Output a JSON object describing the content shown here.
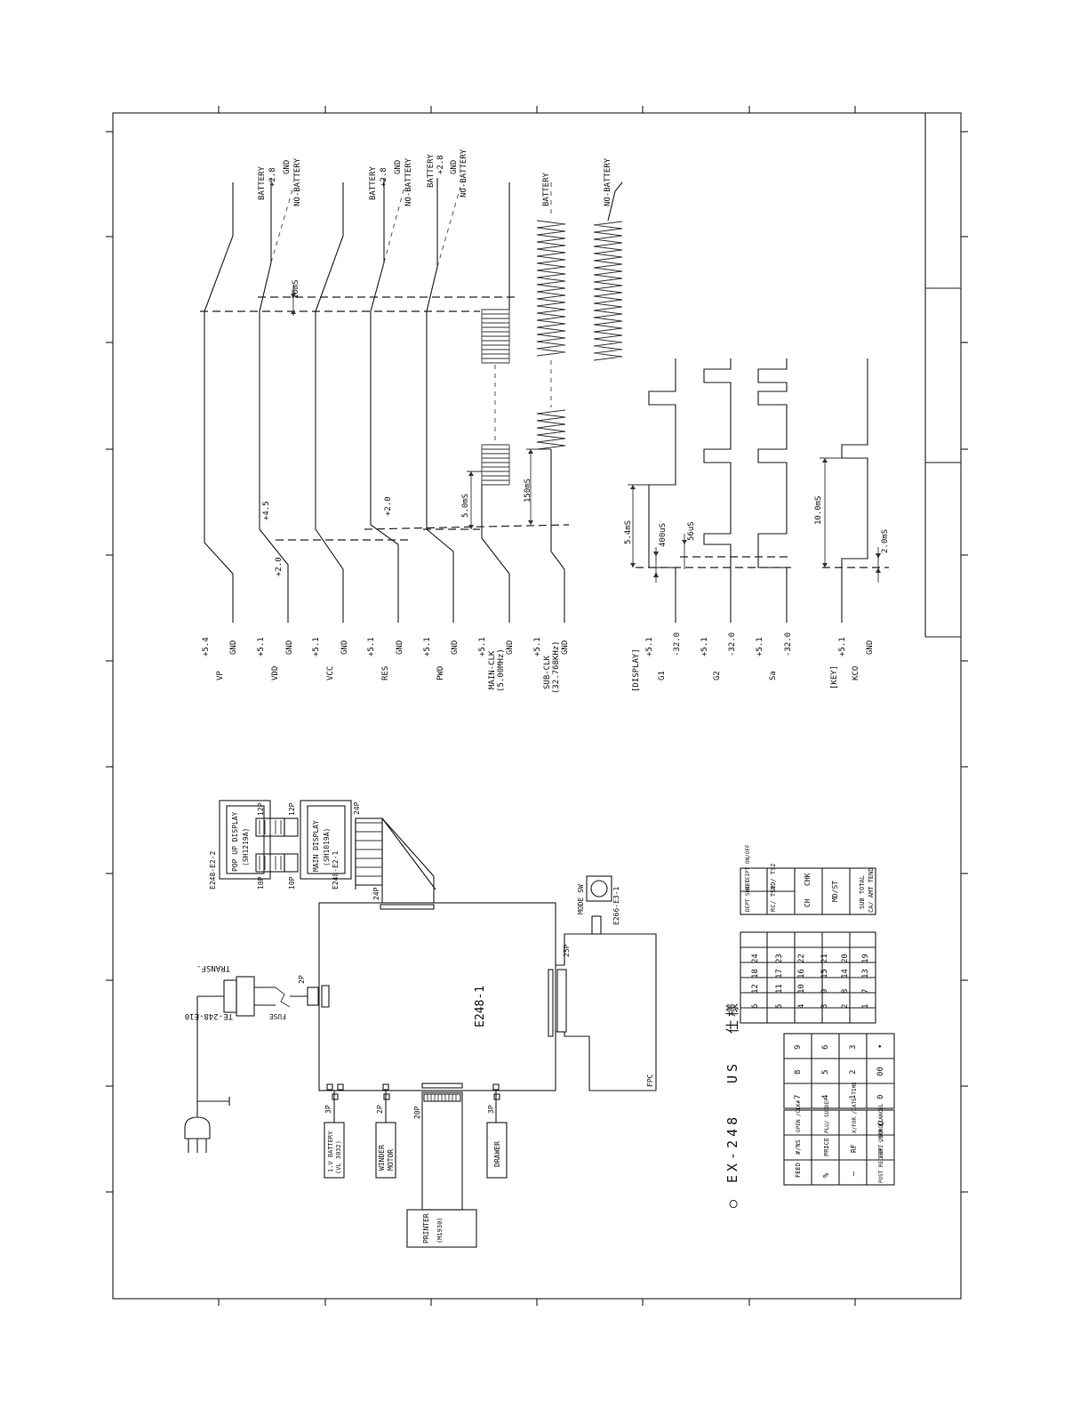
{
  "title": {
    "bullet": "○",
    "model": "EX-248",
    "region": "US",
    "spec": "仕様"
  },
  "timing": {
    "signals": [
      {
        "name": "VP",
        "hi": "+5.4",
        "lo": "GND"
      },
      {
        "name": "VDD",
        "hi": "+5.1",
        "lo": "GND"
      },
      {
        "name": "VCC",
        "hi": "+5.1",
        "lo": "GND"
      },
      {
        "name": "RES",
        "hi": "+5.1",
        "lo": "GND"
      },
      {
        "name": "PWD",
        "hi": "+5.1",
        "lo": "GND"
      },
      {
        "name": "MAIN-CLK",
        "sub": "(5.00MHz)",
        "hi": "+5.1",
        "lo": "GND"
      },
      {
        "name": "SUB-CLK",
        "sub": "(32.768KHz)",
        "hi": "+5.1",
        "lo": "GND"
      }
    ],
    "display_group": "[DISPLAY]",
    "display_signals": [
      {
        "name": "G1",
        "hi": "+5.1",
        "lo": "-32.0"
      },
      {
        "name": "G2",
        "hi": "+5.1",
        "lo": "-32.0"
      },
      {
        "name": "Sa",
        "hi": "+5.1",
        "lo": "-32.0"
      }
    ],
    "key_group": "[KEY]",
    "key_signal": {
      "name": "KCO",
      "hi": "+5.1",
      "lo": "GND"
    },
    "annotations": {
      "battery": "BATTERY",
      "no_battery": "NO-BATTERY",
      "v28": "+2.8",
      "gnd": "GND",
      "t10ms": "10mS",
      "v45": "+4.5",
      "v20": "+2.0",
      "t50ms": "5.0mS",
      "t150ms": "150mS",
      "t54ms": "5.4mS",
      "t400us": "400uS",
      "t56us": "56uS",
      "t100ms": "10.0mS",
      "t20ms": "2.0mS"
    }
  },
  "block": {
    "ac_transformer": "TE-248-E10",
    "transf": "TRANSF.",
    "fuse": "FUSE",
    "p2": "2P",
    "p3": "3P",
    "p10": "10P",
    "p12": "12P",
    "p20": "20P",
    "p24": "24P",
    "p25": "25P",
    "main_board": "E248-1",
    "popup_board": "E248-E2-2",
    "popup_display": "POP UP DISPLAY",
    "popup_part": "(SH1219A)",
    "main_board_display": "E248-E2-1",
    "main_display": "MAIN DISPLAY",
    "main_display_part": "(SH1019A)",
    "mode_board": "E266-E3-1",
    "mode_sw": "MODE SW",
    "fpc": "FPC",
    "battery_box": "1.V BATTERY",
    "battery_part": "(VL 3032)",
    "winder1": "WINDER",
    "winder2": "MOTOR",
    "drawer": "DRAWER",
    "printer": "PRINTER",
    "printer_part": "(M1930)"
  },
  "keyboard": {
    "func_cols": [
      [
        "FEED",
        "%",
        "—",
        "POST RECEIPT /SCROLL"
      ],
      [
        "#/NS",
        "PRICE",
        "RF",
        "ERR. CORR /CANCEL"
      ],
      [
        "OPEN /CLK#",
        "PLU/ SUBDEP",
        "X/FOR /DATE TIME",
        "C"
      ]
    ],
    "num_cols": [
      [
        "7",
        "4",
        "1",
        "0"
      ],
      [
        "8",
        "5",
        "2",
        "00"
      ],
      [
        "9",
        "6",
        "3",
        "•"
      ]
    ],
    "dept_rows": [
      [
        "6",
        "12",
        "18",
        "24"
      ],
      [
        "5",
        "11",
        "17",
        "23"
      ],
      [
        "4",
        "10",
        "16",
        "22"
      ],
      [
        "3",
        "9",
        "15",
        "21"
      ],
      [
        "2",
        "8",
        "14",
        "20"
      ],
      [
        "1",
        "7",
        "13",
        "19"
      ]
    ],
    "right_cells": [
      [
        "DEPT SHIFT",
        "RECEIPT ON/OFF"
      ],
      [
        "RC/ TS1",
        "PD/ TS2"
      ],
      [
        "CH",
        "CHK"
      ],
      [
        "MD/ST",
        ""
      ],
      [
        "SUB TOTAL",
        ""
      ],
      [
        "CA/ AMT TEND",
        ""
      ]
    ]
  }
}
